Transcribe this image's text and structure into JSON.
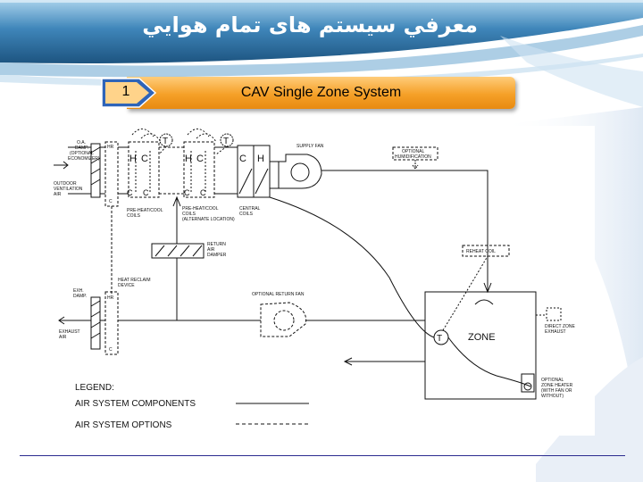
{
  "slide": {
    "title": "معرفي سيستم هاى تمام هوايي",
    "badge_number": "1",
    "heading": "CAV Single Zone System"
  },
  "diagram": {
    "labels": {
      "oa_damper": [
        "O.A.",
        "DAMP.",
        "(OPTIONAL",
        "ECONOMIZER)"
      ],
      "outdoor_air": [
        "OUTDOOR",
        "VENTILATION",
        "AIR"
      ],
      "hr": "HR",
      "c": "C",
      "h": "H",
      "t": "T",
      "pre_coils": [
        "PRE-HEAT/COOL",
        "COILS"
      ],
      "pre_coils_alt": [
        "PRE-HEAT/COOL",
        "COILS",
        "(ALTERNATE LOCATION)"
      ],
      "central_coils": [
        "CENTRAL",
        "COILS"
      ],
      "supply_fan": "SUPPLY FAN",
      "humidification": [
        "OPTIONAL",
        "HUMIDIFICATION"
      ],
      "reheat_coil": "REHEAT COIL",
      "return_damper": [
        "RETURN",
        "AIR",
        "DAMPER"
      ],
      "heat_reclaim": [
        "HEAT RECLAIM",
        "DEVICE"
      ],
      "exh_damp": [
        "EXH.",
        "DAMP."
      ],
      "exhaust_air": [
        "EXHAUST",
        "AIR"
      ],
      "return_fan": "OPTIONAL RETURN FAN",
      "zone": "ZONE",
      "direct_exhaust": [
        "DIRECT ZONE",
        "EXHAUST"
      ],
      "zone_heater": [
        "OPTIONAL",
        "ZONE HEATER",
        "(WITH FAN OR",
        "WITHOUT)"
      ],
      "legend_title": "LEGEND:",
      "legend_components": "AIR SYSTEM COMPONENTS",
      "legend_options": "AIR SYSTEM OPTIONS"
    }
  },
  "colors": {
    "header_dark": "#1f5e8c",
    "header_light": "#8fc0e0",
    "banner_orange": "#f5a028",
    "badge_blue": "#2e64b8",
    "footer_line": "#2b2b8f"
  }
}
